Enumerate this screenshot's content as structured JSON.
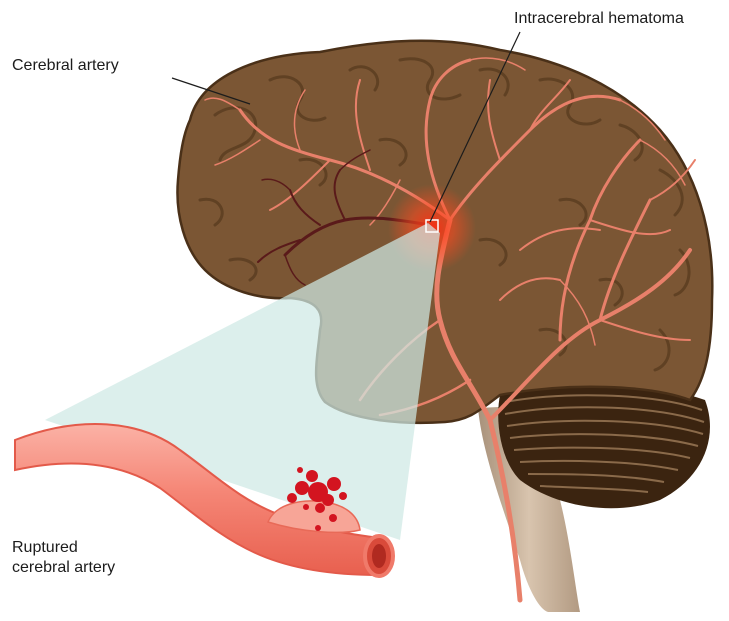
{
  "labels": {
    "cerebral_artery": "Cerebral artery",
    "intracerebral_hematoma": "Intracerebral hematoma",
    "ruptured_line1": "Ruptured",
    "ruptured_line2": "cerebral artery"
  },
  "colors": {
    "brain": "#7b5634",
    "brain_dark": "#4a3018",
    "artery": "#e8806a",
    "vein_dark": "#5a1a1a",
    "hemorrhage": "#ff2a1a",
    "zoom_fill": "#cfe9e4",
    "vessel_pink": "#f59b8e",
    "blood": "#d31420",
    "brainstem": "#c9b49e"
  }
}
